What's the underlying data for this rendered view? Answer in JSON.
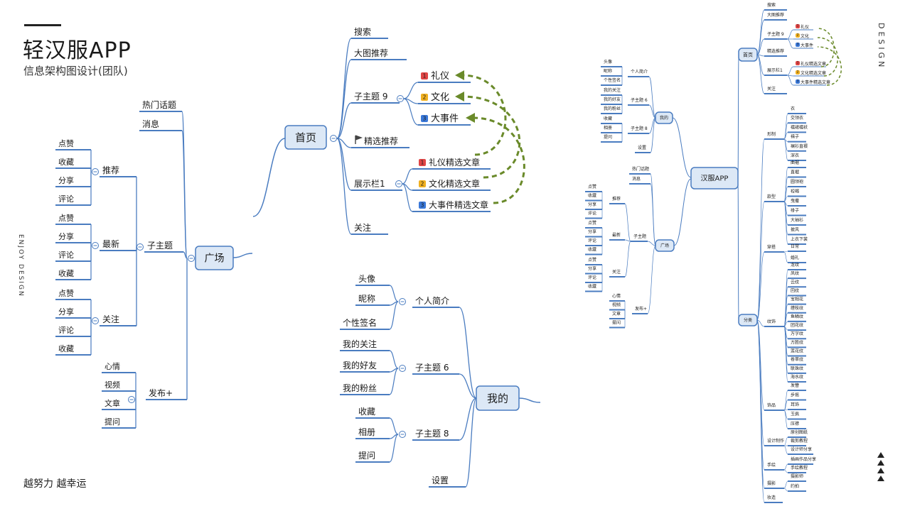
{
  "header": {
    "title": "轻汉服APP",
    "subtitle": "信息架构图设计(团队)",
    "motto": "越努力 越幸运",
    "side_left": "ENJOY DESIGN",
    "side_right": "DESIGN"
  },
  "plaza": {
    "root": "广场",
    "top_items": [
      "热门话题",
      "消息"
    ],
    "sub_topic": "子主题",
    "groups": [
      {
        "label": "推荐",
        "items": [
          "点赞",
          "收藏",
          "分享",
          "评论"
        ]
      },
      {
        "label": "最新",
        "items": [
          "点赞",
          "分享",
          "评论",
          "收藏"
        ]
      },
      {
        "label": "关注",
        "items": [
          "点赞",
          "分享",
          "评论",
          "收藏"
        ]
      }
    ],
    "publish": {
      "label": "发布+",
      "items": [
        "心情",
        "视频",
        "文章",
        "提问"
      ]
    }
  },
  "home": {
    "root": "首页",
    "items": [
      "搜索",
      "大图推荐",
      "子主题 9",
      "精选推荐",
      "展示栏1",
      "关注"
    ],
    "sub9": [
      {
        "badge": "1",
        "label": "礼仪",
        "color": "#e04545"
      },
      {
        "badge": "2",
        "label": "文化",
        "color": "#f0b020"
      },
      {
        "badge": "3",
        "label": "大事件",
        "color": "#3a78d8"
      }
    ],
    "show1": [
      {
        "badge": "1",
        "label": "礼仪精选文章",
        "color": "#e04545"
      },
      {
        "badge": "2",
        "label": "文化精选文章",
        "color": "#f0b020"
      },
      {
        "badge": "3",
        "label": "大事件精选文章",
        "color": "#3a78d8"
      }
    ]
  },
  "mine": {
    "root": "我的",
    "groups": [
      {
        "label": "个人简介",
        "items": [
          "头像",
          "昵称",
          "个性签名"
        ]
      },
      {
        "label": "子主题 6",
        "items": [
          "我的关注",
          "我的好友",
          "我的粉丝"
        ]
      },
      {
        "label": "子主题 8",
        "items": [
          "收藏",
          "相册",
          "提问"
        ]
      }
    ],
    "settings": "设置"
  },
  "overview": {
    "root": "汉服APP",
    "home": "首页",
    "home_items": [
      "搜索",
      "大图推荐",
      "子主题 9",
      "精选推荐",
      "展示栏1",
      "关注"
    ],
    "home_sub9": [
      "礼仪",
      "文化",
      "大事件"
    ],
    "home_show": [
      "礼仪精选文章",
      "文化精选文章",
      "大事件精选文章"
    ],
    "mine": "我的",
    "mine_groups": [
      {
        "label": "个人简介",
        "items": [
          "头像",
          "昵称",
          "个性签名"
        ]
      },
      {
        "label": "子主题 6",
        "items": [
          "我的关注",
          "我的好友",
          "我的粉丝"
        ]
      },
      {
        "label": "子主题 8",
        "items": [
          "收藏",
          "相册",
          "提问"
        ]
      }
    ],
    "mine_settings": "设置",
    "plaza": "广场",
    "plaza_top": [
      "热门话题",
      "消息"
    ],
    "plaza_sub": "子主题",
    "plaza_groups": [
      {
        "label": "推荐",
        "items": [
          "点赞",
          "收藏",
          "分享",
          "评论"
        ]
      },
      {
        "label": "最新",
        "items": [
          "点赞",
          "分享",
          "评论",
          "收藏"
        ]
      },
      {
        "label": "关注",
        "items": [
          "点赞",
          "分享",
          "评论",
          "收藏"
        ]
      }
    ],
    "plaza_publish": {
      "label": "发布+",
      "items": [
        "心情",
        "视频",
        "文章",
        "提问"
      ]
    },
    "category": "分类",
    "category_groups": [
      {
        "label": "形制",
        "items": [
          "衣",
          "交领衣",
          "襦裙襦袄",
          "褙子",
          "襕衫直裰",
          "深衣"
        ]
      },
      {
        "label": "款型",
        "items": [
          "曲裾",
          "直裾",
          "圆领袍",
          "裋褐",
          "曳撒",
          "褂子",
          "大袖衫",
          "披风",
          "上衣下裳"
        ]
      },
      {
        "label": "穿搭",
        "items": [
          "日常",
          "婚礼"
        ]
      },
      {
        "label": "纹饰",
        "items": [
          "龙纹",
          "凤纹",
          "云纹",
          "回纹",
          "宝相花",
          "缠枝纹",
          "鱼鳞纹",
          "团花纹",
          "万字纹",
          "方胜纹",
          "莲花纹",
          "卷草纹",
          "联珠纹",
          "海水纹"
        ]
      },
      {
        "label": "饰品",
        "items": [
          "发簪",
          "步摇",
          "耳饰",
          "玉佩",
          "压襟"
        ]
      },
      {
        "label": "设计制作",
        "items": [
          "原创图纸",
          "裁剪教程",
          "设计师分享"
        ]
      },
      {
        "label": "手绘",
        "items": [
          "插画作品分享",
          "手绘教程"
        ]
      },
      {
        "label": "摄影",
        "items": [
          "摄影师",
          "约拍"
        ]
      }
    ],
    "category_end": "妆造"
  }
}
